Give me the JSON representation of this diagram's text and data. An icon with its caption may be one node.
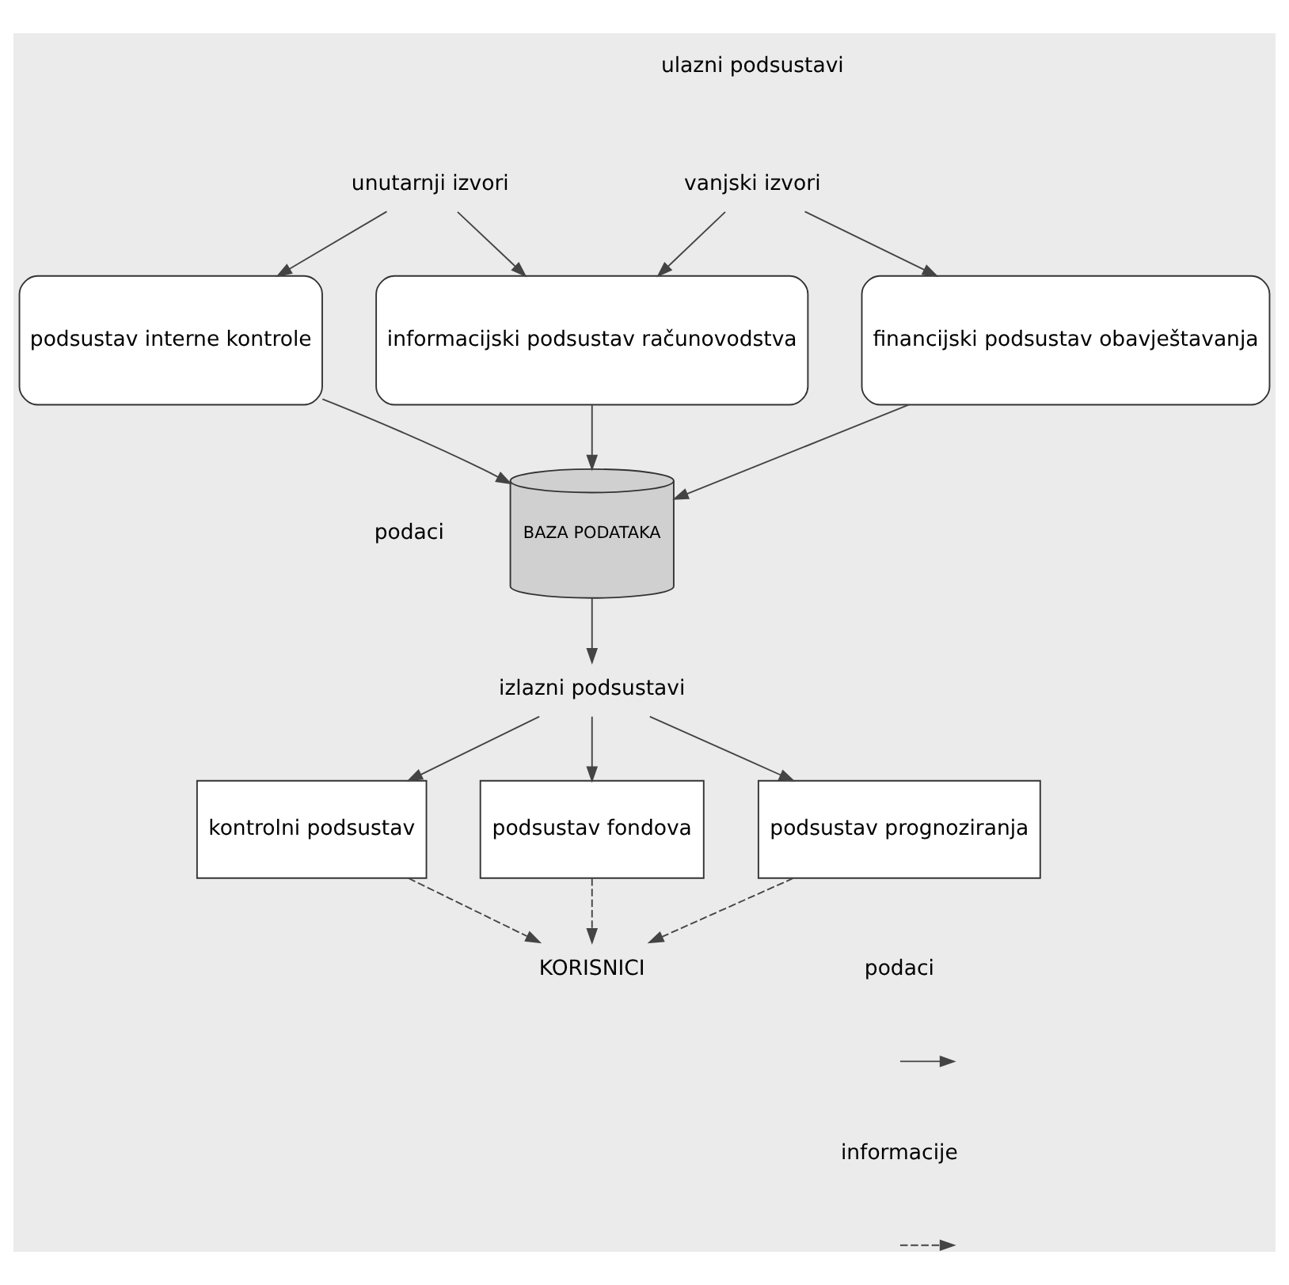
{
  "diagram": {
    "nodes": [
      {
        "text": [
          "vanjski izvori"
        ]
      },
      {
        "text": [
          "unutarnji izvori"
        ]
      },
      {
        "text": [
          "financijski podsustav obavještavanja"
        ]
      },
      {
        "text": [
          "podsustav interne kontrole"
        ]
      },
      {
        "text": [
          "informacijski podsustav računovodstva"
        ]
      },
      {
        "text": [
          "BAZA PODATAKA"
        ]
      },
      {
        "text": [
          "izlazni podsustavi"
        ]
      },
      {
        "text": [
          "kontrolni podsustav"
        ]
      },
      {
        "text": [
          "podsustav fondova"
        ]
      },
      {
        "text": [
          "podsustav prognoziranja"
        ]
      },
      {
        "text": [
          "KORISNICI"
        ]
      }
    ],
    "edges": [
      {
        "from": 0,
        "to": 2,
        "arrow": "to"
      },
      {
        "from": 0,
        "to": 4,
        "arrow": "to"
      },
      {
        "from": 1,
        "to": 3,
        "arrow": "to"
      },
      {
        "from": 1,
        "to": 4,
        "arrow": "to"
      },
      {
        "from": 2,
        "to": 5,
        "arrow": "to"
      },
      {
        "from": 3,
        "to": 5,
        "arrow": "to"
      },
      {
        "from": 4,
        "to": 5,
        "arrow": "to"
      },
      {
        "from": 5,
        "to": 6,
        "arrow": "to"
      },
      {
        "from": 6,
        "to": 7,
        "arrow": "to"
      },
      {
        "from": 6,
        "to": 8,
        "arrow": "to"
      },
      {
        "from": 6,
        "to": 9,
        "arrow": "to"
      },
      {
        "from": 7,
        "to": 10,
        "arrow": "to",
        "style": "dashed"
      },
      {
        "from": 8,
        "to": 10,
        "arrow": "to",
        "style": "dashed"
      },
      {
        "from": 9,
        "to": 10,
        "arrow": "to",
        "style": "dashed"
      }
    ],
    "labels": [
      "ulazni podsustavi",
      "podaci"
    ],
    "legend": [
      {
        "text": "podaci"
      },
      {
        "text": "informacije"
      }
    ]
  }
}
